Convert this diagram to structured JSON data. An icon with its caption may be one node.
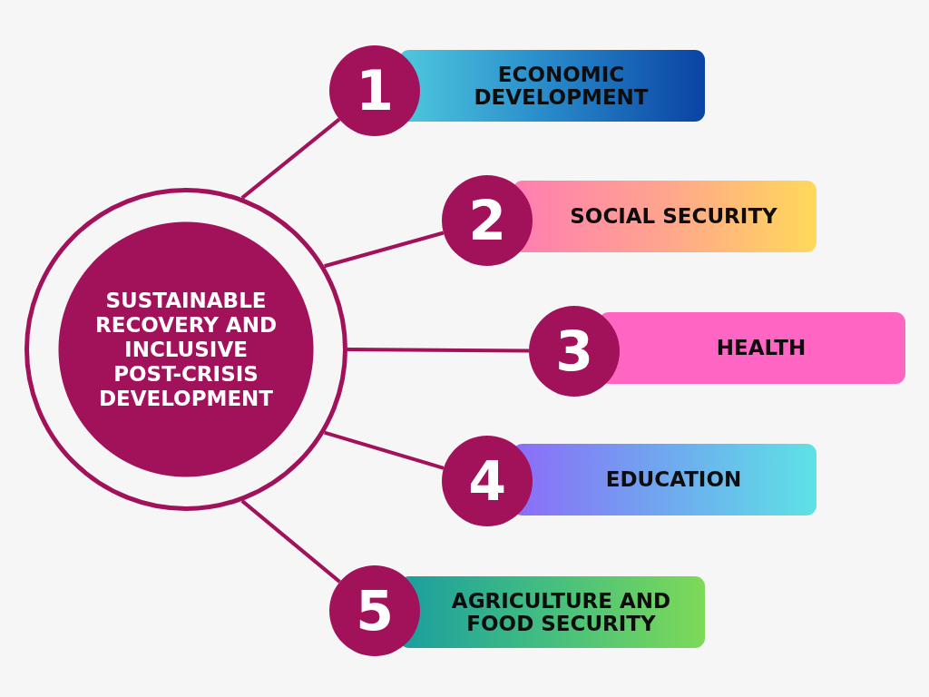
{
  "diagram": {
    "nodes": [
      {
        "text": [
          "SUSTAINABLE RECOVERY AND INCLUSIVE POST-CRISIS DEVELOPMENT"
        ]
      },
      {
        "text": [
          "1"
        ]
      },
      {
        "text": [
          "ECONOMIC DEVELOPMENT"
        ]
      },
      {
        "text": [
          "2"
        ]
      },
      {
        "text": [
          "SOCIAL SECURITY"
        ]
      },
      {
        "text": [
          "3"
        ]
      },
      {
        "text": [
          "HEALTH"
        ]
      },
      {
        "text": [
          "4"
        ]
      },
      {
        "text": [
          "EDUCATION"
        ]
      },
      {
        "text": [
          "5"
        ]
      },
      {
        "text": [
          "AGRICULTURE AND FOOD SECURITY"
        ]
      }
    ],
    "edges": [
      {
        "from": 0,
        "to": 1,
        "arrow": "none"
      },
      {
        "from": 0,
        "to": 3,
        "arrow": "none"
      },
      {
        "from": 0,
        "to": 5,
        "arrow": "none"
      },
      {
        "from": 0,
        "to": 7,
        "arrow": "none"
      },
      {
        "from": 0,
        "to": 9,
        "arrow": "none"
      }
    ]
  }
}
